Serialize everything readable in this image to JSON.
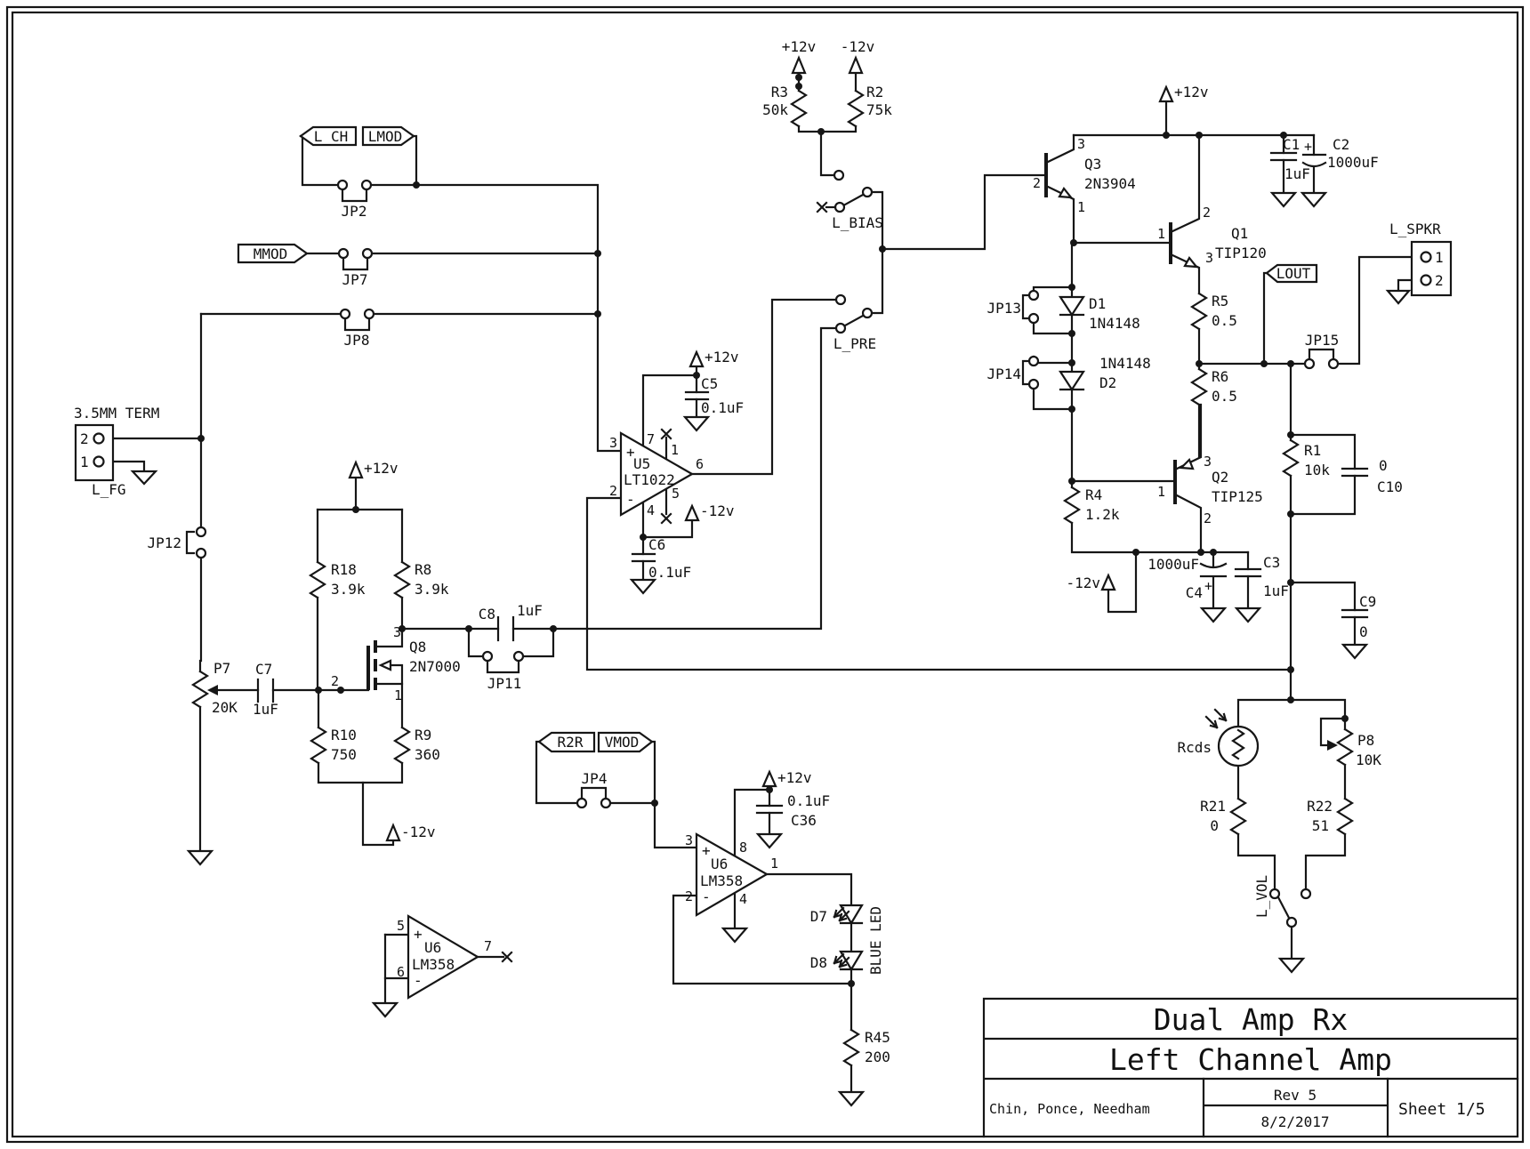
{
  "title_block": {
    "title": "Dual Amp Rx",
    "subtitle": "Left Channel Amp",
    "authors": "Chin,  Ponce, Needham",
    "rev": "Rev 5",
    "date": "8/2/2017",
    "sheet": "Sheet 1/5"
  },
  "power": {
    "p12": "+12v",
    "n12": "-12v"
  },
  "tags": {
    "l_ch": "L_CH",
    "lmod": "LMOD",
    "mmod": "MMOD",
    "r2r": "R2R",
    "vmod": "VMOD",
    "lout": "LOUT"
  },
  "switches": {
    "l_bias": "L_BIAS",
    "l_pre": "L_PRE",
    "l_vol": "L_VOL"
  },
  "jumpers": {
    "jp2": "JP2",
    "jp4": "JP4",
    "jp7": "JP7",
    "jp8": "JP8",
    "jp11": "JP11",
    "jp12": "JP12",
    "jp13": "JP13",
    "jp14": "JP14",
    "jp15": "JP15"
  },
  "connectors": {
    "term": {
      "label": "3.5MM TERM",
      "net": "L_FG"
    },
    "spkr": {
      "label": "L_SPKR"
    }
  },
  "pins": {
    "n1": "1",
    "n2": "2",
    "n3": "3",
    "n4": "4",
    "n5": "5",
    "n6": "6",
    "n7": "7",
    "n8": "8"
  },
  "opamps": {
    "u5": {
      "ref": "U5",
      "part": "LT1022"
    },
    "u6": {
      "ref": "U6",
      "part": "LM358"
    },
    "plus": "+",
    "minus": "-"
  },
  "transistors": {
    "q1": {
      "ref": "Q1",
      "part": "TIP120"
    },
    "q2": {
      "ref": "Q2",
      "part": "TIP125"
    },
    "q3": {
      "ref": "Q3",
      "part": "2N3904"
    },
    "q8": {
      "ref": "Q8",
      "part": "2N7000"
    }
  },
  "diodes": {
    "d1": {
      "ref": "D1",
      "part": "1N4148"
    },
    "d2": {
      "ref": "D2",
      "part": "1N4148"
    },
    "d7": {
      "ref": "D7"
    },
    "d8": {
      "ref": "D8"
    },
    "led_note": "BLUE LED"
  },
  "resistors": {
    "r1": {
      "ref": "R1",
      "value": "10k"
    },
    "r2": {
      "ref": "R2",
      "value": "75k"
    },
    "r3": {
      "ref": "R3",
      "value": "50k"
    },
    "r4": {
      "ref": "R4",
      "value": "1.2k"
    },
    "r5": {
      "ref": "R5",
      "value": "0.5"
    },
    "r6": {
      "ref": "R6",
      "value": "0.5"
    },
    "r8": {
      "ref": "R8",
      "value": "3.9k"
    },
    "r9": {
      "ref": "R9",
      "value": "360"
    },
    "r10": {
      "ref": "R10",
      "value": "750"
    },
    "r18": {
      "ref": "R18",
      "value": "3.9k"
    },
    "r21": {
      "ref": "R21",
      "value": "0"
    },
    "r22": {
      "ref": "R22",
      "value": "51"
    },
    "r45": {
      "ref": "R45",
      "value": "200"
    },
    "p7": {
      "ref": "P7",
      "value": "20K"
    },
    "p8": {
      "ref": "P8",
      "value": "10K"
    },
    "rcds": {
      "ref": "Rcds"
    }
  },
  "capacitors": {
    "c1": {
      "ref": "C1",
      "value": "1uF"
    },
    "c2": {
      "ref": "C2",
      "value": "1000uF",
      "plus": "+"
    },
    "c3": {
      "ref": "C3",
      "value": "1uF"
    },
    "c4": {
      "ref": "C4",
      "value": "1000uF",
      "plus": "+"
    },
    "c5": {
      "ref": "C5",
      "value": "0.1uF"
    },
    "c6": {
      "ref": "C6",
      "value": "0.1uF"
    },
    "c7": {
      "ref": "C7",
      "value": "1uF"
    },
    "c8": {
      "ref": "C8",
      "value": "1uF"
    },
    "c9": {
      "ref": "C9",
      "value": "0"
    },
    "c10": {
      "ref": "C10",
      "value": "0"
    },
    "c36": {
      "ref": "C36",
      "value": "0.1uF"
    }
  }
}
